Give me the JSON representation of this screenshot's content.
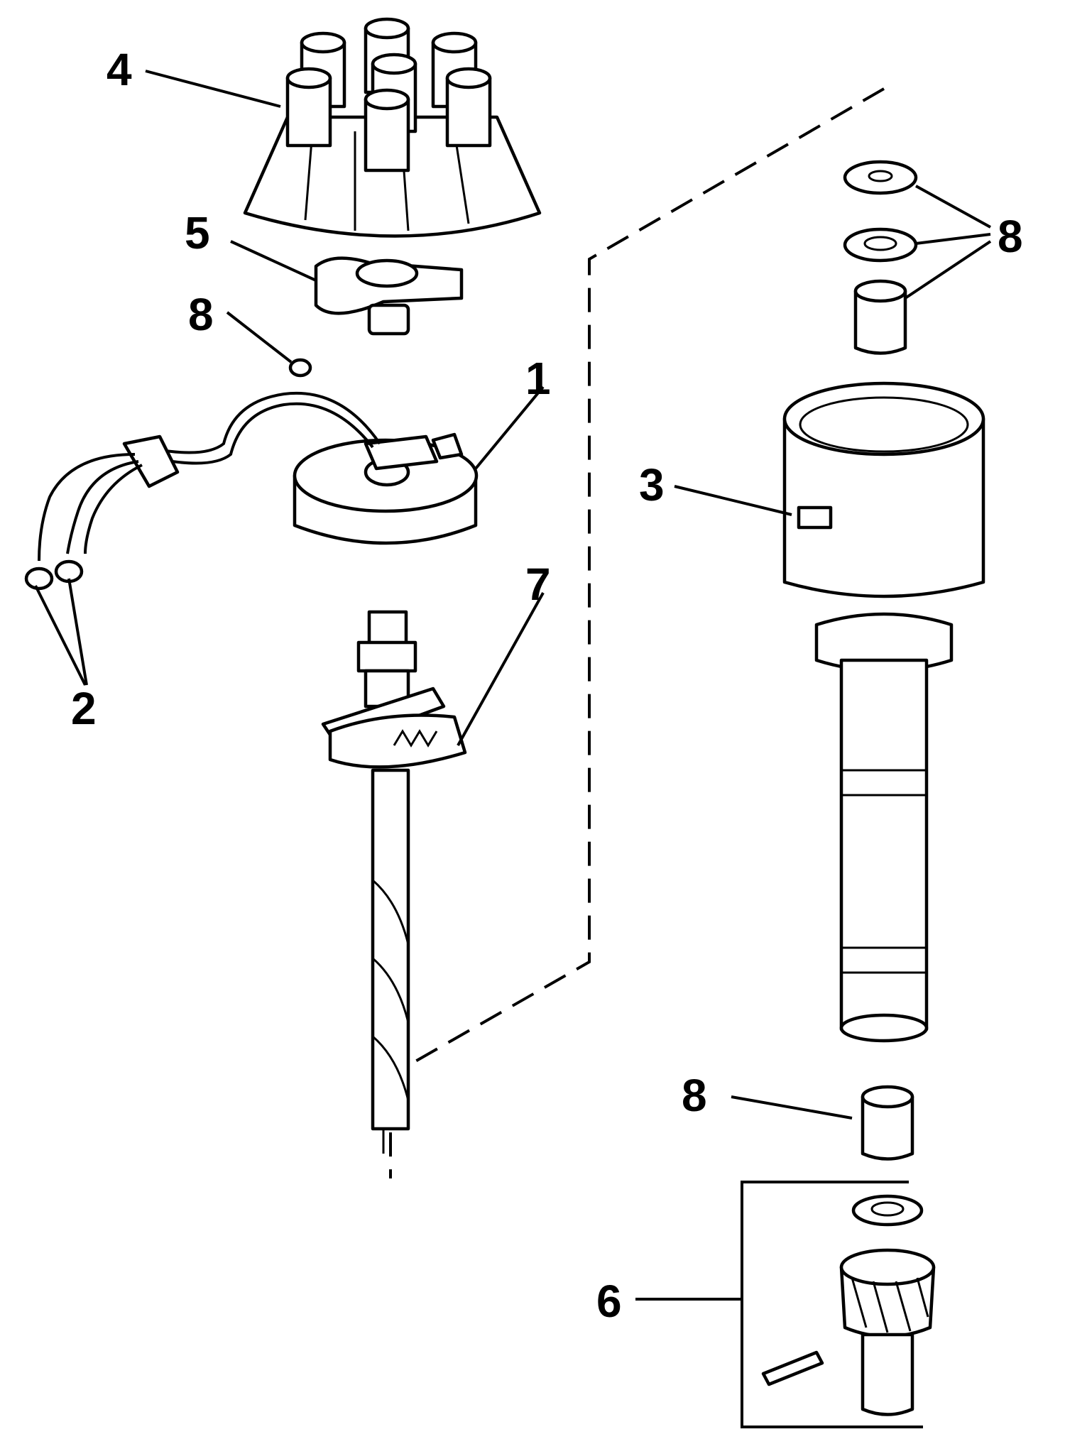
{
  "callouts": {
    "c1": "1",
    "c2": "2",
    "c3": "3",
    "c4": "4",
    "c5": "5",
    "c6": "6",
    "c7": "7",
    "c8_washers": "8",
    "c8_clip": "8",
    "c8_bushing": "8"
  }
}
